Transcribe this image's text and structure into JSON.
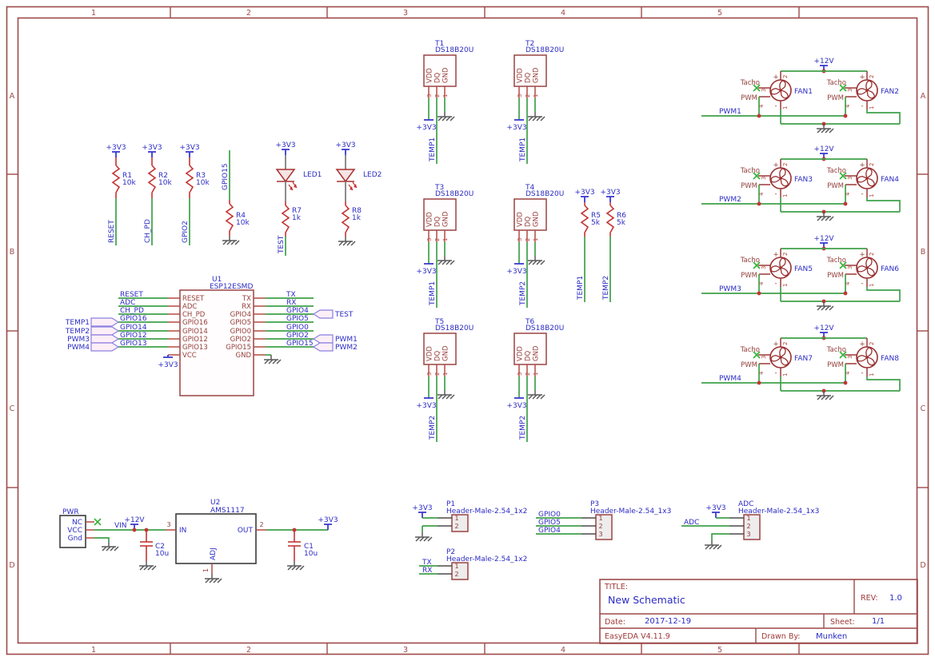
{
  "power_flags": {
    "v33": "+3V3",
    "v12": "+12V"
  },
  "frame": {
    "cols": [
      "1",
      "2",
      "3",
      "4",
      "5"
    ],
    "rows": [
      "A",
      "B",
      "C",
      "D"
    ]
  },
  "pullups": [
    {
      "ref": "R1",
      "value": "10k",
      "net": "RESET"
    },
    {
      "ref": "R2",
      "value": "10k",
      "net": "CH_PD"
    },
    {
      "ref": "R3",
      "value": "10k",
      "net": "GPIO2"
    }
  ],
  "r4": {
    "ref": "R4",
    "value": "10k",
    "net": "GPIO15"
  },
  "leds": [
    {
      "ref": "LED1",
      "res": "R7",
      "res_value": "1k",
      "net": "TEST"
    },
    {
      "ref": "LED2",
      "res": "R8",
      "res_value": "1k"
    }
  ],
  "u1": {
    "ref": "U1",
    "part": "ESP12ESMD",
    "left_pins": [
      "RESET",
      "ADC",
      "CH_PD",
      "GPIO16",
      "GPIO14",
      "GPIO12",
      "GPIO13",
      "VCC"
    ],
    "right_pins": [
      "TX",
      "RX",
      "GPIO4",
      "GPIO5",
      "GPIO0",
      "GPIO2",
      "GPIO15",
      "GND"
    ],
    "left_nets": [
      "RESET",
      "ADC",
      "CH_PD",
      "GPIO16",
      "GPIO14",
      "GPIO12",
      "GPIO13"
    ],
    "right_nets": [
      "TX",
      "RX",
      "GPIO4",
      "GPIO5",
      "GPIO0",
      "GPIO2",
      "GPIO15"
    ],
    "left_flags": [
      "TEMP1",
      "TEMP2",
      "PWM3",
      "PWM4"
    ],
    "right_flags": [
      "TEST",
      "PWM1",
      "PWM2"
    ]
  },
  "sensor_pins": {
    "names": [
      "VDD",
      "DQ",
      "GND"
    ],
    "numbers": [
      "3",
      "2",
      "1"
    ]
  },
  "sensors": [
    {
      "ref": "T1",
      "part": "DS18B20U",
      "net": "TEMP1"
    },
    {
      "ref": "T2",
      "part": "DS18B20U",
      "net": "TEMP1"
    },
    {
      "ref": "T3",
      "part": "DS18B20U",
      "net": "TEMP1"
    },
    {
      "ref": "T4",
      "part": "DS18B20U",
      "net": "TEMP2"
    },
    {
      "ref": "T5",
      "part": "DS18B20U",
      "net": "TEMP2"
    },
    {
      "ref": "T6",
      "part": "DS18B20U",
      "net": "TEMP2"
    }
  ],
  "temp_pullups": [
    {
      "ref": "R5",
      "value": "5k",
      "net": "TEMP1"
    },
    {
      "ref": "R6",
      "value": "5k",
      "net": "TEMP2"
    }
  ],
  "fan_pins": {
    "tacho": "Tacho",
    "pwm": "PWM",
    "plus": "+",
    "minus": "-",
    "n1": "1",
    "n2": "2",
    "n3": "3",
    "n4": "4"
  },
  "fan_pairs": [
    {
      "pwm": "PWM1",
      "fans": [
        "FAN1",
        "FAN2"
      ]
    },
    {
      "pwm": "PWM2",
      "fans": [
        "FAN3",
        "FAN4"
      ]
    },
    {
      "pwm": "PWM3",
      "fans": [
        "FAN5",
        "FAN6"
      ]
    },
    {
      "pwm": "PWM4",
      "fans": [
        "FAN7",
        "FAN8"
      ]
    }
  ],
  "power_section": {
    "pwr_ref": "PWR",
    "pwr_pins": [
      "NC",
      "VCC",
      "Gnd"
    ],
    "vin": "VIN",
    "u2_ref": "U2",
    "u2_part": "AMS1117",
    "u2_pins": {
      "in": "IN",
      "out": "OUT",
      "adj": "ADJ",
      "n_in": "3",
      "n_out": "2",
      "n_adj": "1"
    },
    "c2_ref": "C2",
    "c2_value": "10u",
    "c1_ref": "C1",
    "c1_value": "10u"
  },
  "headers": [
    {
      "ref": "P1",
      "part": "Header-Male-2.54_1x2",
      "numbers": [
        "1",
        "2"
      ]
    },
    {
      "ref": "P2",
      "part": "Header-Male-2.54_1x2",
      "numbers": [
        "1",
        "2"
      ]
    },
    {
      "ref": "P3",
      "part": "Header-Male-2.54_1x3",
      "numbers": [
        "1",
        "2",
        "3"
      ]
    },
    {
      "ref": "ADC",
      "part": "Header-Male-2.54_1x3",
      "numbers": [
        "1",
        "2",
        "3"
      ]
    }
  ],
  "header_nets": {
    "p2": [
      "TX",
      "RX"
    ],
    "p3": [
      "GPIO0",
      "GPIO5",
      "GPIO4"
    ],
    "adc_net": "ADC"
  },
  "title_block": {
    "title_label": "TITLE:",
    "title": "New Schematic",
    "rev_label": "REV:",
    "rev": "1.0",
    "date_label": "Date:",
    "date": "2017-12-19",
    "sheet_label": "Sheet:",
    "sheet": "1/1",
    "tool": "EasyEDA V4.11.9",
    "drawn_by_label": "Drawn By:",
    "drawn_by": "Munken"
  }
}
